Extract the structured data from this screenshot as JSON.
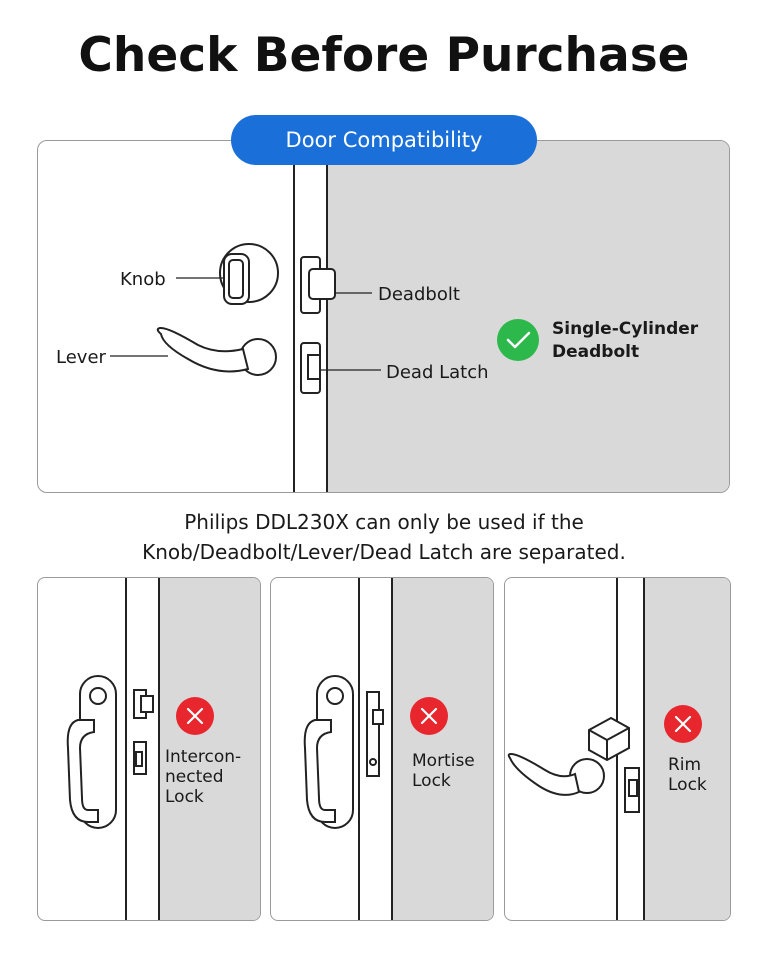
{
  "title": "Check Before Purchase",
  "badge": "Door Compatibility",
  "main": {
    "labels": {
      "knob": "Knob",
      "lever": "Lever",
      "deadbolt": "Deadbolt",
      "dead_latch": "Dead Latch"
    },
    "status": {
      "icon": "check-icon",
      "line1": "Single-Cylinder",
      "line2": "Deadbolt"
    }
  },
  "caption": {
    "line1": "Philips DDL230X can only be used if the",
    "line2": "Knob/Deadbolt/Lever/Dead Latch are separated."
  },
  "incompatible": [
    {
      "icon": "cross-icon",
      "lines": [
        "Intercon-",
        "nected",
        "Lock"
      ]
    },
    {
      "icon": "cross-icon",
      "lines": [
        "Mortise",
        "Lock"
      ]
    },
    {
      "icon": "cross-icon",
      "lines": [
        "Rim",
        "Lock"
      ]
    }
  ],
  "colors": {
    "accent": "#1a6fd8",
    "ok": "#2db84b",
    "error": "#e8262d",
    "door_gray": "#d9d9d9"
  }
}
